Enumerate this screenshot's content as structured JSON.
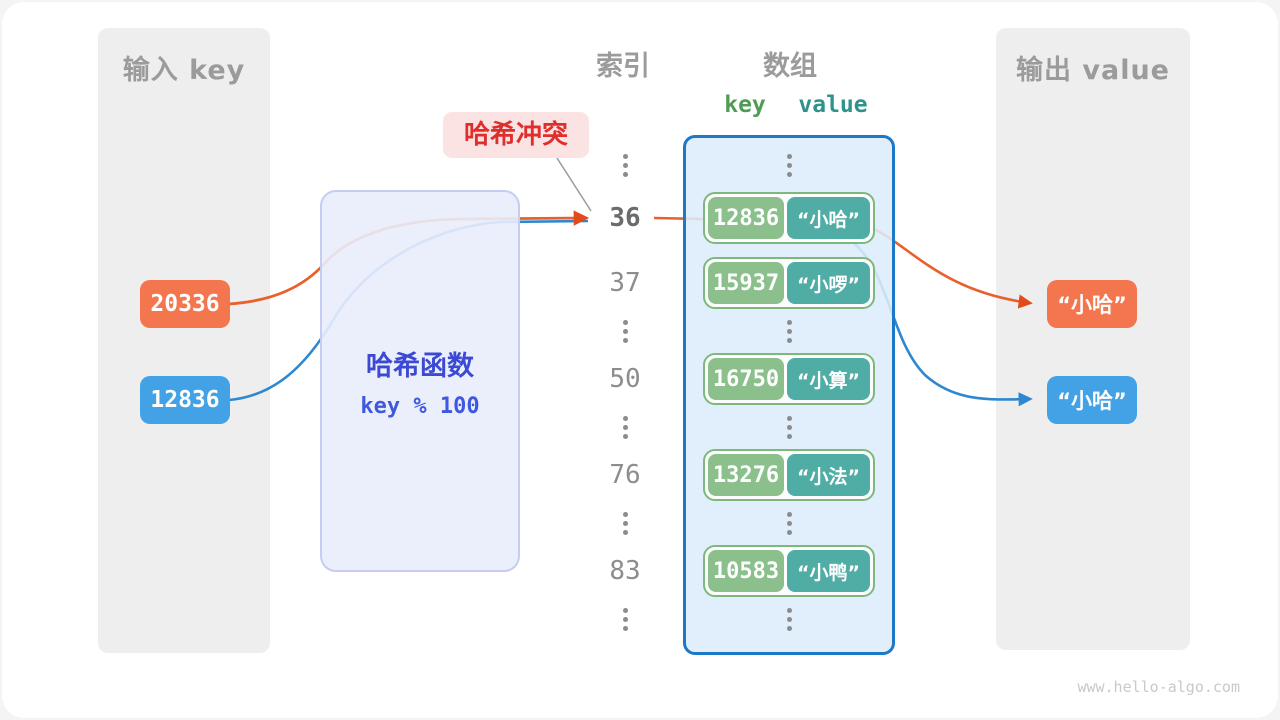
{
  "page": {
    "watermark": "www.hello-algo.com"
  },
  "input_panel": {
    "title": "输入 key",
    "keys": [
      {
        "value": "20336",
        "color": "#f3764e"
      },
      {
        "value": "12836",
        "color": "#43a2e5"
      }
    ]
  },
  "hash_box": {
    "title": "哈希函数",
    "formula": "key % 100"
  },
  "collision_label": {
    "text": "哈希冲突"
  },
  "index_column": {
    "title": "索引",
    "rows": [
      {
        "type": "dots"
      },
      {
        "type": "index",
        "label": "36",
        "highlight": true
      },
      {
        "type": "index",
        "label": "37",
        "highlight": false
      },
      {
        "type": "dots"
      },
      {
        "type": "index",
        "label": "50",
        "highlight": false
      },
      {
        "type": "dots"
      },
      {
        "type": "index",
        "label": "76",
        "highlight": false
      },
      {
        "type": "dots"
      },
      {
        "type": "index",
        "label": "83",
        "highlight": false
      },
      {
        "type": "dots"
      }
    ]
  },
  "array": {
    "title": "数组",
    "key_header": "key",
    "value_header": "value",
    "pairs": [
      {
        "key": "12836",
        "value": "“小哈”"
      },
      {
        "key": "15937",
        "value": "“小啰”"
      },
      {
        "key": "16750",
        "value": "“小算”"
      },
      {
        "key": "13276",
        "value": "“小法”"
      },
      {
        "key": "10583",
        "value": "“小鸭”"
      }
    ]
  },
  "output_panel": {
    "title": "输出 value",
    "values": [
      {
        "text": "“小哈”",
        "color": "#f3764e"
      },
      {
        "text": "“小哈”",
        "color": "#43a2e5"
      }
    ]
  },
  "colors": {
    "orange_arrow": "#e8602c",
    "blue_arrow": "#2f88cf",
    "key_green": "#8bc08c",
    "value_teal": "#4fada5",
    "array_border": "#1d78c8",
    "collision_red": "#df2f2c",
    "hash_blue": "#3b49d3"
  }
}
